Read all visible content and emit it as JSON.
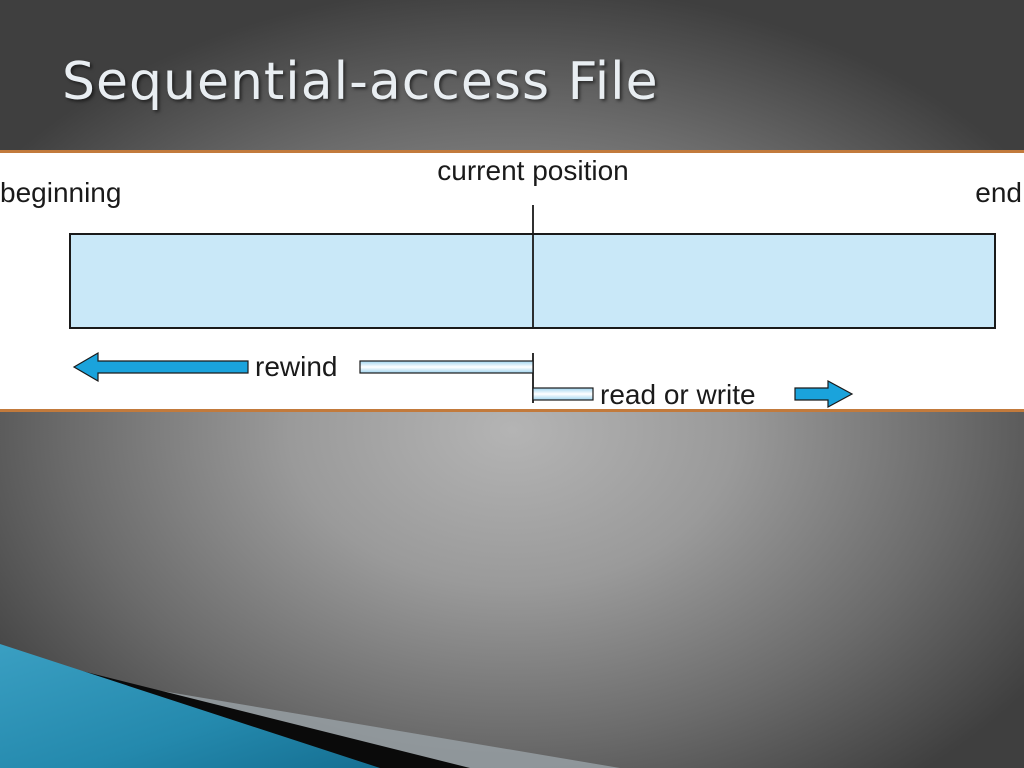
{
  "slide": {
    "title": "Sequential-access File"
  },
  "diagram": {
    "labels": {
      "beginning": "beginning",
      "end": "end",
      "current_position": "current position",
      "rewind": "rewind",
      "read_or_write": "read or write"
    },
    "colors": {
      "file_fill": "#c9e8f8",
      "arrow_fill": "#1aa3dc",
      "outline": "#1a1a1a",
      "panel_border": "#c27a3c"
    }
  }
}
